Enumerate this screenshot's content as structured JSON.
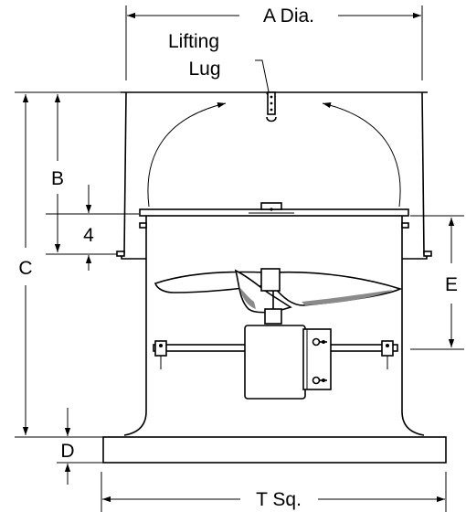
{
  "labels": {
    "a_dia": "A Dia.",
    "lifting_lug_line1": "Lifting",
    "lifting_lug_line2": "Lug",
    "b": "B",
    "four": "4",
    "c": "C",
    "e": "E",
    "d": "D",
    "t_sq": "T Sq."
  }
}
